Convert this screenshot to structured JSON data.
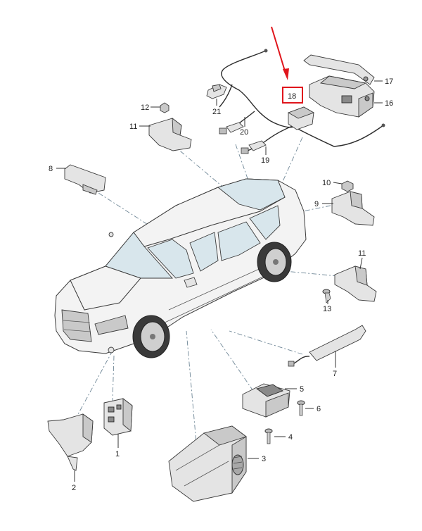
{
  "callouts": [
    {
      "id": "c1",
      "text": "1"
    },
    {
      "id": "c2",
      "text": "2"
    },
    {
      "id": "c3",
      "text": "3"
    },
    {
      "id": "c4",
      "text": "4"
    },
    {
      "id": "c5",
      "text": "5"
    },
    {
      "id": "c6",
      "text": "6"
    },
    {
      "id": "c7",
      "text": "7"
    },
    {
      "id": "c8",
      "text": "8"
    },
    {
      "id": "c9",
      "text": "9"
    },
    {
      "id": "c10",
      "text": "10"
    },
    {
      "id": "c11a",
      "text": "11"
    },
    {
      "id": "c11b",
      "text": "11"
    },
    {
      "id": "c12",
      "text": "12"
    },
    {
      "id": "c13",
      "text": "13"
    },
    {
      "id": "c16",
      "text": "16"
    },
    {
      "id": "c17",
      "text": "17"
    },
    {
      "id": "c18",
      "text": "18"
    },
    {
      "id": "c19",
      "text": "19"
    },
    {
      "id": "c20",
      "text": "20"
    },
    {
      "id": "c21",
      "text": "21"
    }
  ],
  "highlight": {
    "callout": "18",
    "box_color": "#e0151c",
    "arrow_color": "#e0151c"
  },
  "colors": {
    "leader_dash": "#6e8696",
    "glass": "#d8e6ec",
    "part_fill": "#e4e4e4"
  }
}
